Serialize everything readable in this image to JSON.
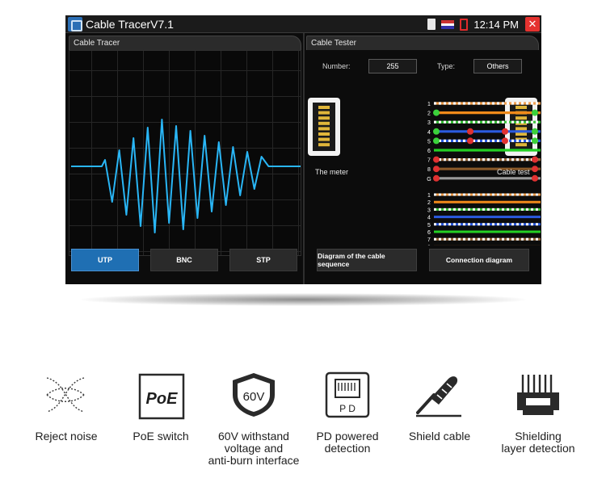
{
  "titlebar": {
    "app_title": "Cable TracerV7.1",
    "time": "12:14 PM",
    "close_label": "✕"
  },
  "tracer": {
    "title": "Cable Tracer",
    "modes": [
      {
        "label": "UTP",
        "active": true
      },
      {
        "label": "BNC",
        "active": false
      },
      {
        "label": "STP",
        "active": false
      }
    ]
  },
  "tester": {
    "title": "Cable Tester",
    "number_label": "Number:",
    "number_value": "255",
    "type_label": "Type:",
    "type_value": "Others",
    "left_caption": "The meter",
    "right_caption": "Cable test",
    "pin_labels": [
      "1",
      "2",
      "3",
      "4",
      "5",
      "6",
      "7",
      "8",
      "G"
    ],
    "sequence_button": "Diagram of the cable sequence",
    "connection_button": "Connection diagram"
  },
  "features": [
    {
      "label": "Reject noise",
      "icon": "reject-noise-icon"
    },
    {
      "label": "PoE switch",
      "icon": "poe-switch-icon",
      "icon_text": "PoE"
    },
    {
      "label": "60V withstand\nvoltage and\nanti-burn interface",
      "icon": "shield-60v-icon",
      "icon_text": "60V"
    },
    {
      "label": "PD powered\ndetection",
      "icon": "pd-port-icon",
      "icon_text": "P D"
    },
    {
      "label": "Shield cable",
      "icon": "shield-cable-icon"
    },
    {
      "label": "Shielding\nlayer detection",
      "icon": "shielding-layer-icon"
    }
  ],
  "colors": {
    "accent_blue": "#1f6fb3",
    "waveform": "#29b6f6",
    "close_red": "#e5322f",
    "ok_green": "#3bd13b",
    "fault_red": "#e03131"
  }
}
